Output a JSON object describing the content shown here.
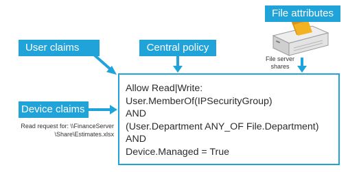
{
  "callouts": {
    "user_claims": "User claims",
    "central_policy": "Central policy",
    "device_claims": "Device claims",
    "file_attributes": "File attributes"
  },
  "server": {
    "label_line1": "File server",
    "label_line2": "shares",
    "icon": "server-icon",
    "folder_icon": "folder-icon"
  },
  "request": {
    "line1": "Read request for: \\\\FinanceServer",
    "line2": "\\Share\\Estimates.xlsx"
  },
  "policy": {
    "lines": [
      "Allow Read|Write:",
      "User.MemberOf(IPSecurityGroup)",
      "AND",
      "(User.Department ANY_OF File.Department)",
      "AND",
      "Device.Managed = True"
    ]
  },
  "colors": {
    "accent": "#1fa3d9",
    "folder": "#f2b221",
    "server": "#d9d9d9"
  }
}
